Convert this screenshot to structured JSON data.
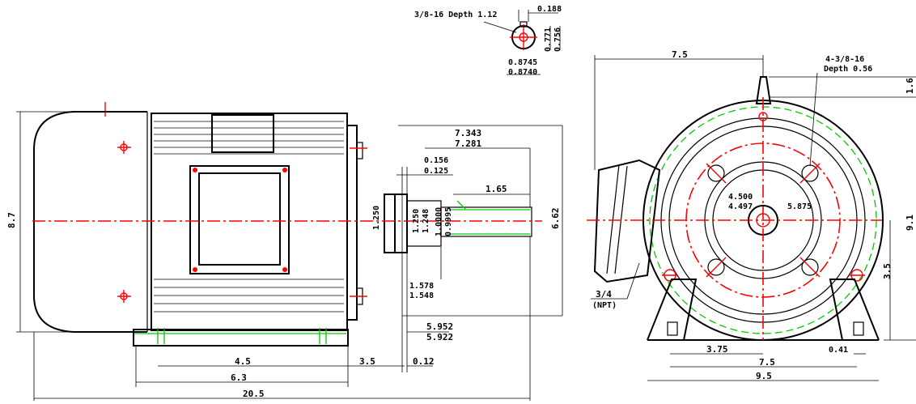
{
  "side_view": {
    "overall_height": "8.7",
    "shaft_extension_a": "7.343",
    "shaft_extension_b": "7.281",
    "flange_thk_a": "0.156",
    "flange_thk_b": "0.125",
    "shaft_length": "1.65",
    "shaft_height": "6.62",
    "hub_dia_1": "1.250",
    "hub_dia_2a": "1.250",
    "hub_dia_2b": "1.248",
    "shaft_dia_a": "1.0000",
    "shaft_dia_b": "0.9995",
    "step_a": "1.578",
    "step_b": "1.548",
    "base_a": "5.952",
    "base_b": "5.922",
    "foot_spacing": "4.5",
    "foot_to_shaft": "3.5",
    "gap": "0.12",
    "base_length": "6.3",
    "overall_length": "20.5"
  },
  "keyway_detail": {
    "tap_label": "3/8-16 Depth 1.12",
    "key_width": "0.188",
    "key_depth_a": "0.771",
    "key_depth_b": "0.756",
    "dia_a": "0.8745",
    "dia_b": "0.8740"
  },
  "end_view": {
    "center_dist": "7.5",
    "tap_label_1": "4-3/8-16",
    "tap_label_2": "Depth 0.56",
    "top_height": "1.6",
    "pilot_a": "4.500",
    "pilot_b": "4.497",
    "bolt_circle": "5.875",
    "overall_height": "9.1",
    "shaft_height": "3.5",
    "conduit_size": "3/4",
    "conduit_type": "(NPT)",
    "foot_offset": "3.75",
    "foot_spacing": "7.5",
    "base_width": "9.5",
    "foot_hole": "0.41"
  }
}
